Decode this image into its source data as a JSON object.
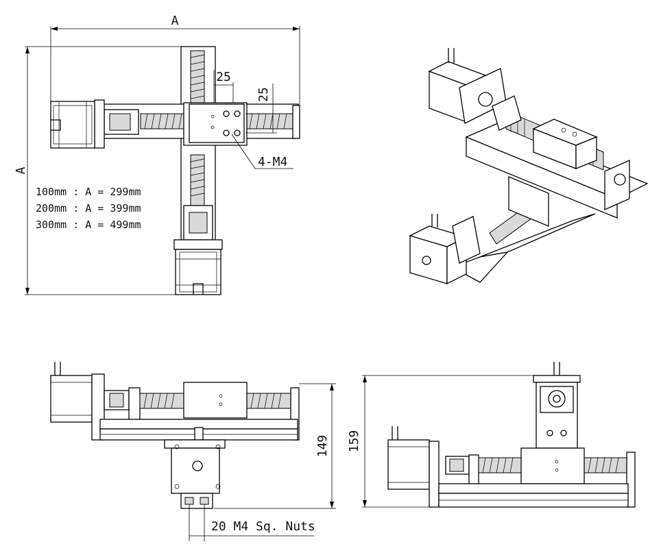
{
  "labels": {
    "dim_a_top": "A",
    "dim_a_side": "A",
    "dim_25_h": "25",
    "dim_25_v": "25",
    "thread_callout": "4-M4",
    "size_rows": [
      "100mm  :  A  =  299mm",
      "200mm  :  A  =  399mm",
      "300mm  :  A  =  499mm"
    ],
    "dim_149": "149",
    "dim_159": "159",
    "nuts_callout": "20 M4 Sq. Nuts"
  }
}
